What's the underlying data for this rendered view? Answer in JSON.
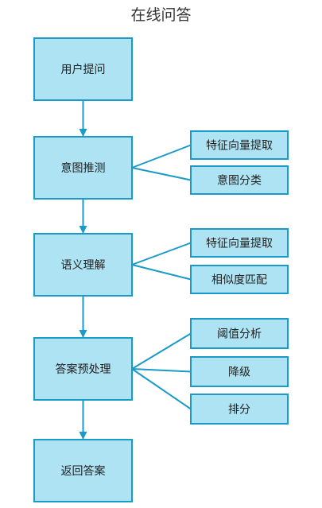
{
  "title": "在线问答",
  "colors": {
    "box_fill": "#aee3f3",
    "box_stroke": "#1a9ac9",
    "edge": "#1a9ac9"
  },
  "steps": [
    {
      "id": "s1",
      "label": "用户提问"
    },
    {
      "id": "s2",
      "label": "意图推测"
    },
    {
      "id": "s3",
      "label": "语义理解"
    },
    {
      "id": "s4",
      "label": "答案预处理"
    },
    {
      "id": "s5",
      "label": "返回答案"
    }
  ],
  "details": [
    {
      "id": "d1",
      "parent": "s2",
      "label": "特征向量提取"
    },
    {
      "id": "d2",
      "parent": "s2",
      "label": "意图分类"
    },
    {
      "id": "d3",
      "parent": "s3",
      "label": "特征向量提取"
    },
    {
      "id": "d4",
      "parent": "s3",
      "label": "相似度匹配"
    },
    {
      "id": "d5",
      "parent": "s4",
      "label": "阈值分析"
    },
    {
      "id": "d6",
      "parent": "s4",
      "label": "降级"
    },
    {
      "id": "d7",
      "parent": "s4",
      "label": "排分"
    }
  ],
  "flow": [
    [
      "s1",
      "s2"
    ],
    [
      "s2",
      "s3"
    ],
    [
      "s3",
      "s4"
    ],
    [
      "s4",
      "s5"
    ]
  ]
}
